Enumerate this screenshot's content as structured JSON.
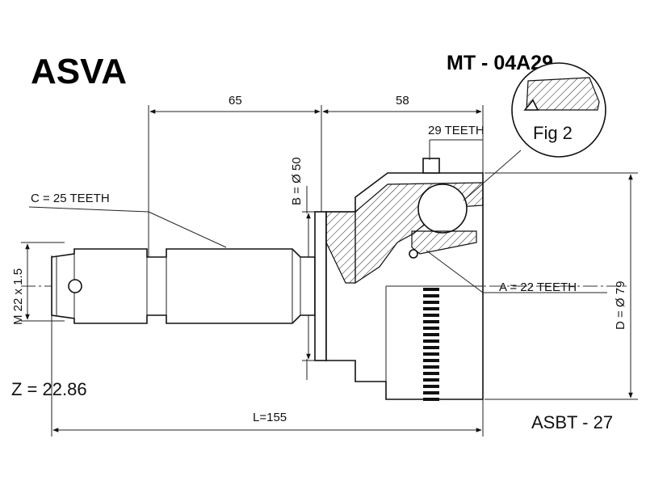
{
  "brand": "ASVA",
  "part_number": "MT - 04A29",
  "fig_label": "Fig 2",
  "dimensions": {
    "length_outer": "65",
    "length_inner": "58",
    "total_length": "L=155",
    "bearing_diameter": "B = Ø 50",
    "outer_diameter": "D = Ø 79",
    "thread": "M 22 x 1.5"
  },
  "teeth": {
    "abs_ring": "29 TEETH",
    "outer_spline": "C = 25 TEETH",
    "inner_spline": "A = 22 TEETH"
  },
  "z_value": "Z = 22.86",
  "reference_code": "ASBT - 27"
}
